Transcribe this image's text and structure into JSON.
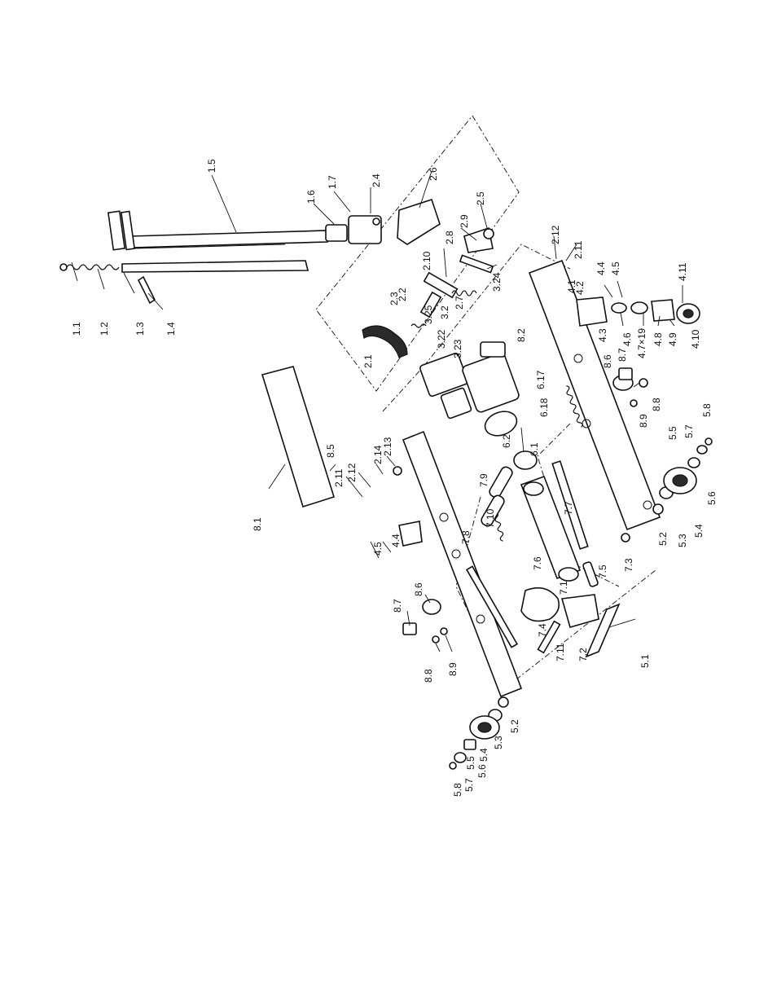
{
  "labels": [
    "1.1",
    "1.2",
    "1.3",
    "1.4",
    "1.5",
    "1.6",
    "1.7",
    "2.1",
    "2.2",
    "2.3",
    "2.4",
    "2.5",
    "2.6",
    "2.7",
    "2.8",
    "2.9",
    "2.10",
    "2.11",
    "2.12",
    "2.13",
    "2.14",
    "2.11",
    "2.12",
    "3.2",
    "3.22",
    "3.23",
    "3.24",
    "3.25",
    "4.1",
    "4.2",
    "4.3",
    "4.4",
    "4.5",
    "4.6",
    "4.7×19",
    "4.8",
    "4.9",
    "4.10",
    "4.11",
    "4.4",
    "4.5",
    "5.1",
    "5.2",
    "5.3",
    "5.4",
    "5.5",
    "5.6",
    "5.7",
    "5.8",
    "5.2",
    "5.3",
    "5.4",
    "5.5",
    "5.6",
    "5.7",
    "5.8",
    "6.1",
    "6.17",
    "6.18",
    "6.2",
    "7.1",
    "7.2",
    "7.3",
    "7.4",
    "7.5",
    "7.6",
    "7.7",
    "7.8",
    "7.9",
    "7.10",
    "7.11",
    "8.1",
    "8.2",
    "8.5",
    "8.6",
    "8.7",
    "8.8",
    "8.9",
    "8.6",
    "8.7",
    "8.8",
    "8.9"
  ]
}
